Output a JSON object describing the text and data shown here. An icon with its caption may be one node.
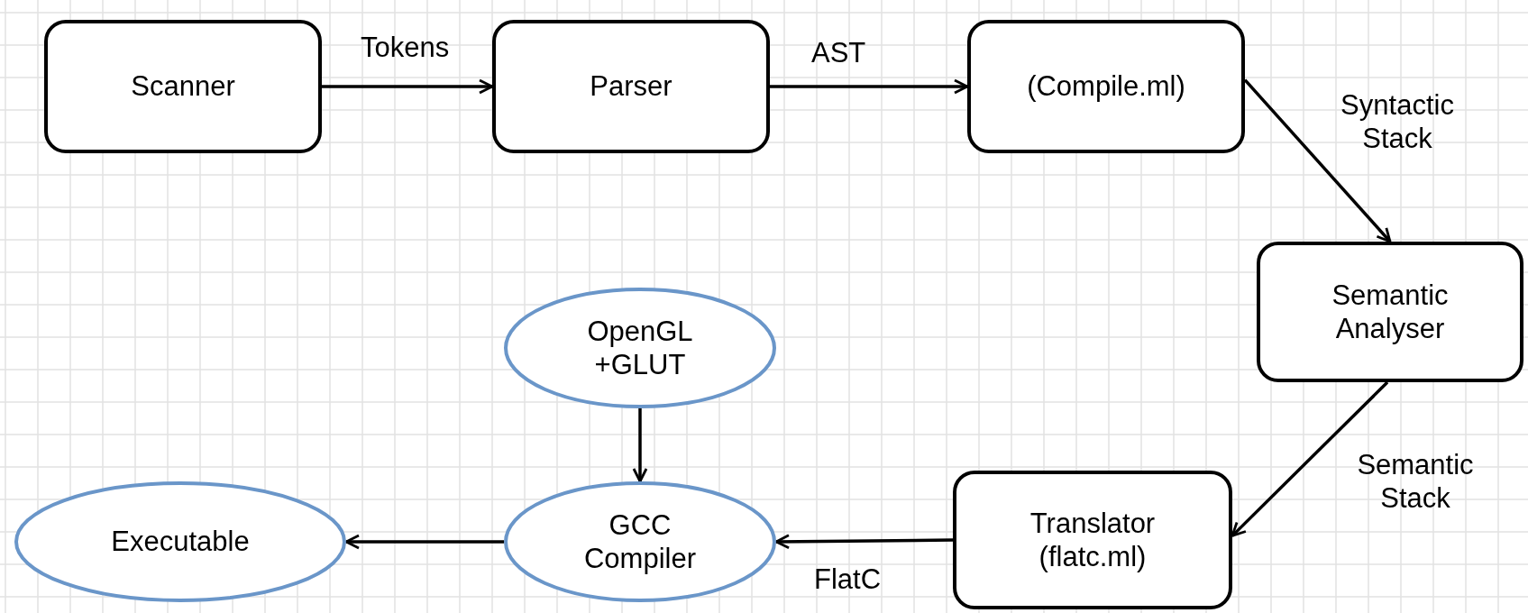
{
  "diagram": {
    "nodes": [
      {
        "text": [
          "Scanner"
        ]
      },
      {
        "text": [
          "Parser"
        ]
      },
      {
        "text": [
          "(Compile.ml)"
        ]
      },
      {
        "text": [
          "Semantic Analyser"
        ]
      },
      {
        "text": [
          "OpenGL +GLUT"
        ]
      },
      {
        "text": [
          "Executable"
        ]
      },
      {
        "text": [
          "GCC Compiler"
        ]
      },
      {
        "text": [
          "Translator (flatc.ml)"
        ]
      }
    ],
    "edges": [
      {
        "from": 0,
        "to": 1,
        "arrow": "to",
        "label": "Tokens"
      },
      {
        "from": 1,
        "to": 2,
        "arrow": "to",
        "label": "AST"
      },
      {
        "from": 2,
        "to": 3,
        "arrow": "to",
        "label": "Syntactic Stack"
      },
      {
        "from": 3,
        "to": 7,
        "arrow": "to",
        "label": "Semantic Stack"
      },
      {
        "from": 7,
        "to": 6,
        "arrow": "to",
        "label": "FlatC"
      },
      {
        "from": 4,
        "to": 6,
        "arrow": "to"
      },
      {
        "from": 6,
        "to": 5,
        "arrow": "to"
      }
    ]
  }
}
